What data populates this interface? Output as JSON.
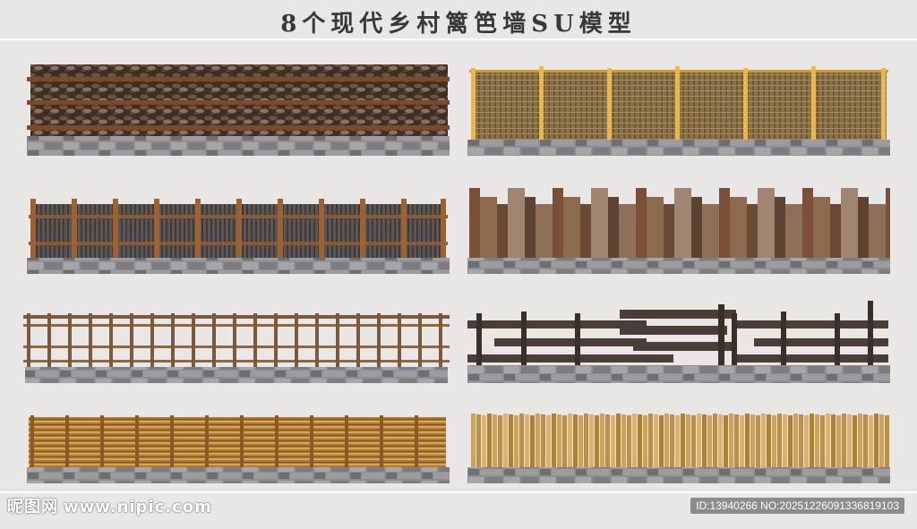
{
  "title": "8个现代乡村篱笆墙SU模型",
  "fences": [
    {
      "id": "woven-branch"
    },
    {
      "id": "reed-screen"
    },
    {
      "id": "slat-screen"
    },
    {
      "id": "rustic-plank"
    },
    {
      "id": "bamboo-rail"
    },
    {
      "id": "split-rail"
    },
    {
      "id": "woven-bamboo"
    },
    {
      "id": "picket-bamboo"
    }
  ],
  "watermark": {
    "brand": "昵图网",
    "site": "www.nipic.com",
    "id_text": "ID:13940266 NO:20251226091336819103"
  }
}
